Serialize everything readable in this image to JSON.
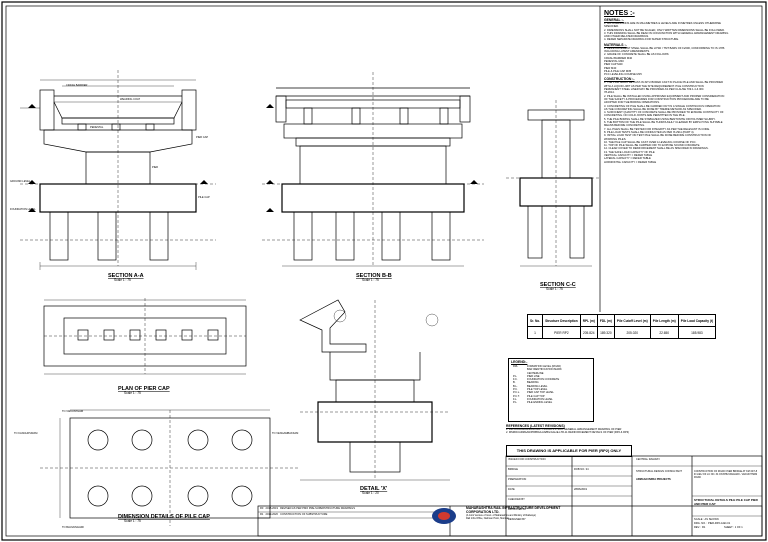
{
  "notes": {
    "title": "NOTES :-",
    "sections": [
      {
        "heading": "GENERAL :-",
        "lines": [
          "1. ALL DIMENSIONS ARE IN MILLIMETRES & LEVELS ARE IN METRES UNLESS OTHERWISE",
          "   SPECIFIED.",
          "2. DIMENSIONS SHALL NOT BE SCALED, ONLY WRITTEN DIMENSIONS SHALL BE FOLLOWED.",
          "3. THIS DRAWING SHALL BE READ IN CONJUNCTION WITH GENERAL ARRANGEMENT DRAWING",
          "   AND OTHER RELATED DRAWINGS.",
          "4. REFER SEPARATE DRAWING FOR SUPER STRUCTURE."
        ]
      },
      {
        "heading": "MATERIALS :-",
        "lines": [
          "1. REINFORCEMENT STEEL SHALL BE HYSD / TMT BARS OF Fe500, CONFORMING TO IS 1786",
          "   INCLUDING LATEST AMENDMENTS.",
          "2. GRADE OF CONCRETE SHALL BE AS FOLLOWS:",
          "   CRASH BARRIER                      M40",
          "   PEDESTAL                           M40",
          "   PIER CAP                           M40",
          "   PIER                               M40",
          "   PILE & PILE CAP                    M35",
          "   PCC LEVELING COURSE                M15"
        ]
      },
      {
        "heading": "CONSTRUCTION :-",
        "lines": [
          "1. THE PILE SHALL BE CAST-IN-SITU BORED CAST IN PLACE PILE AND SHALL BE PROVIDED",
          "   WITH A LIQUID LIMIT AS PER THE SITE REQUIREMENT. PILE CONSTRUCTION",
          "   PERMANENT STEEL LINER MAY BE PROVIDED AS PER CLAUSE 709.1.4 & IRC",
          "   78-2014.",
          "2. PILE SHALL BE INSTALLED USING APPROVED EQUIPMENT AND PROPER CONSIDERATION",
          "   OF THE SAFETY & PROCEDURES FOR CONSTRUCTION PROCEDURE ARE TO BE",
          "   ADOPTED FOR THE BORING OPERATIONS.",
          "3. CONCRETING OF PILE SHALL BE CARRIED OUT IN A SINGLE CONTINUOUS OPERATION",
          "   AS THE CONCRETING SHALL BE DONE BY TREMIE METHOD AS SPECIFIED.",
          "4. SUFFICIENT QUANTITY OF CONCRETE SHALL BE PROVIDED TO ENSURE CONTINUITY OF",
          "   CONCRETING. NO COLD JOINTS ARE PERMITTED IN THE PILE.",
          "5. THE PILE BORING SHALL BE STABILIZED USING BENTONITE OR POLYMER SLURRY.",
          "6. THE BOTTOM OF THE PILE SHALL BE THOROUGHLY CLEANED BY EMPLOYING SUITABLE",
          "   MEANS BEFORE CONCRETING.",
          "7. ALL PILES SHALL BE TESTED FOR INTEGRITY AS PER THE RELEVANT IS CODE.",
          "8. PILE LOAD TESTS SHALL BE CONDUCTED AS PER IS 2911 (PART 4).",
          "9. INITIAL LOAD TEST ON TEST PILE SHALL BE DONE BEFORE CONSTRUCTION OF",
          "   WORKING PILES.",
          "10. THE PILE CAP SHALL BE CAST OVER A LEVELING COURSE OF PCC.",
          "11. TOP OF PILE SHALL BE CHIPPED OFF TO EXPOSE SOUND CONCRETE.",
          "12. CLEAR COVER TO REINFORCEMENT SHALL BE AS SPECIFIED IN DRAWINGS.",
          "13. THE SAFE LOAD CAPACITY OF PILE",
          "    VERTICAL CAPACITY = REFER TABLE",
          "    LATERAL CAPACITY = REFER TABLE",
          "    HORIZONTAL CAPACITY = REFER TABLE"
        ]
      }
    ]
  },
  "views": {
    "section_aa": {
      "title": "SECTION A-A",
      "scale": "Scale 1 : 75"
    },
    "section_bb": {
      "title": "SECTION B-B",
      "scale": "Scale 1 : 75"
    },
    "section_cc": {
      "title": "SECTION C-C",
      "scale": "Scale 1 : 75"
    },
    "plan_pier_cap": {
      "title": "PLAN OF PIER CAP",
      "scale": "Scale 1 : 75"
    },
    "detail_x": {
      "title": "DETAIL 'X'",
      "scale": "Scale 1 : 20"
    },
    "pile_cap_details": {
      "title": "DIMENSION DETAILS OF PILE CAP",
      "scale": "Scale 1 : 75"
    }
  },
  "labels": {
    "crash_barrier": "CRASH BARRIER",
    "wearing_coat": "WEARING COAT",
    "pedestal": "PEDESTAL",
    "pier_cap": "PIER CAP",
    "pier": "PIER",
    "pile_cap": "PILE CAP",
    "ground_level": "GROUND LEVEL",
    "foundation_level": "FOUNDATION LEVEL",
    "to_kanchipuram": "TO KANCHIPURAM",
    "to_vengambakkam": "TO VENGAMBAKKAM",
    "to_vaikuntham": "TO VAIKUNTHAM",
    "to_bhuvanagiri": "TO BHUVANAGIRI"
  },
  "pile_table": {
    "headers": [
      "Sr. No.",
      "Structure Description",
      "RPL (m)",
      "FDL (m)",
      "Pile Cutoff Level (m)",
      "Pile Length (m)",
      "Pile Load Capacity (t)"
    ],
    "rows": [
      [
        "1",
        "PIER RP2",
        "205.824",
        "189.320",
        "205.020",
        "22.650",
        "185.983"
      ]
    ]
  },
  "legend": {
    "title": "LEGEND:-",
    "items": [
      [
        "FRL",
        "FORMATION LEVEL (ROAD)"
      ],
      [
        "",
        "BAR IDENTIFICATION MARK"
      ],
      [
        "",
        "CENTERLINE"
      ],
      [
        "P.L.",
        "PIER LINE"
      ],
      [
        "F.C.",
        "FOUNDATION CONCRETE"
      ],
      [
        "B.",
        "BEARING"
      ],
      [
        "B.L.",
        "BEARING LEVEL"
      ],
      [
        "P.C.",
        "PILE TOP LEVEL"
      ],
      [
        "P.C.L.",
        "PIER CAP TOP LEVEL"
      ],
      [
        "P.C.T.",
        "PILE CAP TOP"
      ],
      [
        "F.L.",
        "FOUNDATION LEVEL"
      ],
      [
        "P.L.",
        "PILE ENDING LEVEL"
      ]
    ]
  },
  "references": {
    "title": "REFERENCES (LATEST REVISIONS)",
    "lines": [
      "1. DM-CH-ARMAAN/BGI-GAL-T-LM-BR-P-L-19-C    GENERAL ARRANGEMENT DRAWING OF PIER",
      "2. MSRDC/ARMAAN/PKBBG/LAN/BG/GAL/E-LTR-11    REINFORCEMENT DETAILS OF PIER (RP2 & RP3)"
    ]
  },
  "applicability": "THIS DRAWING IS APPLICABLE FOR PIER (RP2) ONLY",
  "title_block": {
    "client": "MAHARASHTRA RAIL INFRASTRUCTURE DEVELOPMENT CORPORATION LTD.",
    "client_sub": "(A Joint Venture of Govt. of Maharashtra and Ministry of Railways)",
    "client_addr": "Rail Infra Office, Nariman Point, Mumbai",
    "revisions": [
      [
        "R0",
        "2018-2019",
        "REVISED AS PER PMO PRE-SUPERSTRUCTURE DRAWINGS"
      ],
      [
        "R1",
        "2019-2020",
        "CONSTRUCTION OF SUBSTRUCTURE"
      ]
    ],
    "status_left": "ISSUED FOR CONSTRUCTION",
    "status_right": "CENTRAL RAILWAY",
    "box_labels": [
      "BRIDGE",
      "PREPARATION",
      "DATE",
      "CHECKED BY",
      "APPROVED BY",
      "DESIGNED BY",
      "DRAWN BY"
    ],
    "box_values": [
      "ROB NO. 34",
      "",
      "28/06/2019",
      "",
      "",
      "",
      ""
    ],
    "consultant": "STRUCTURAL DESIGN CONSULTANT",
    "consultant_name": "ARMAAN INFRA PROJECTS",
    "project": "CONSTRUCTION OF ROAD OVER BRIDGE AT KM 34/7-8 IN LIEU OF LC NO. 34 ON BHUVANAGIRI - VAIKUNTHAM ROAD",
    "drawing_title": "STRUCTURAL DETAILS PILE PILE CAP PIER AND PIER CAP",
    "scale": "SCALE : AS SHOWN",
    "drg_no": "DRG. NO. : PIER-RP2-GAD-01",
    "rev_no": "REV. : R1",
    "sheet": "SHEET : 1 OF 1"
  }
}
